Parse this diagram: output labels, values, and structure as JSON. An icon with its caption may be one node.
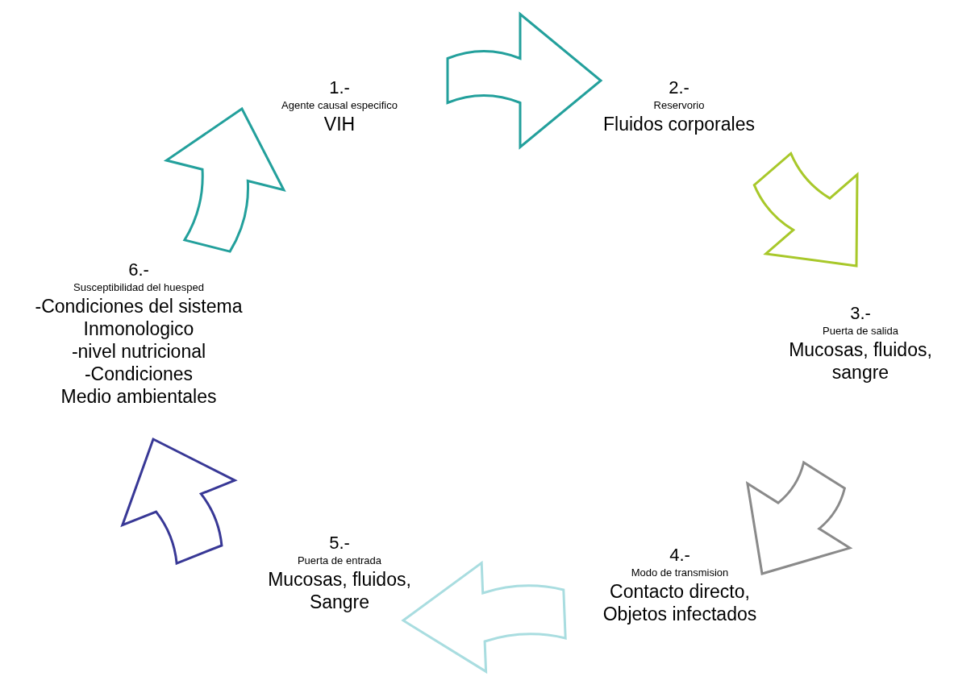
{
  "diagram": {
    "nodes": [
      {
        "text": [
          "1.-",
          "Agente causal especifico",
          "VIH"
        ]
      },
      {
        "text": [
          "2.-",
          "Reservorio",
          "Fluidos corporales"
        ]
      },
      {
        "text": [
          "3.-",
          "Puerta de salida",
          "Mucosas, fluidos, sangre"
        ]
      },
      {
        "text": [
          "4.-",
          "Modo de transmision",
          "Contacto directo, Objetos infectados"
        ]
      },
      {
        "text": [
          "5.-",
          "Puerta de entrada",
          "Mucosas, fluidos, Sangre"
        ]
      },
      {
        "text": [
          "6.-",
          "Susceptibilidad del huesped",
          "-Condiciones del sistema",
          "Inmonologico",
          "-nivel nutricional",
          "-Condiciones",
          "Medio ambientales"
        ]
      }
    ],
    "edges": [
      {
        "from": 0,
        "to": 1,
        "arrow": "to",
        "color": "#23a09c"
      },
      {
        "from": 1,
        "to": 2,
        "arrow": "to",
        "color": "#a8c82a"
      },
      {
        "from": 2,
        "to": 3,
        "arrow": "to",
        "color": "#8a8a8a"
      },
      {
        "from": 3,
        "to": 4,
        "arrow": "to",
        "color": "#a9dde0"
      },
      {
        "from": 4,
        "to": 5,
        "arrow": "to",
        "color": "#383896"
      },
      {
        "from": 5,
        "to": 0,
        "arrow": "to",
        "color": "#23a09c"
      }
    ]
  }
}
